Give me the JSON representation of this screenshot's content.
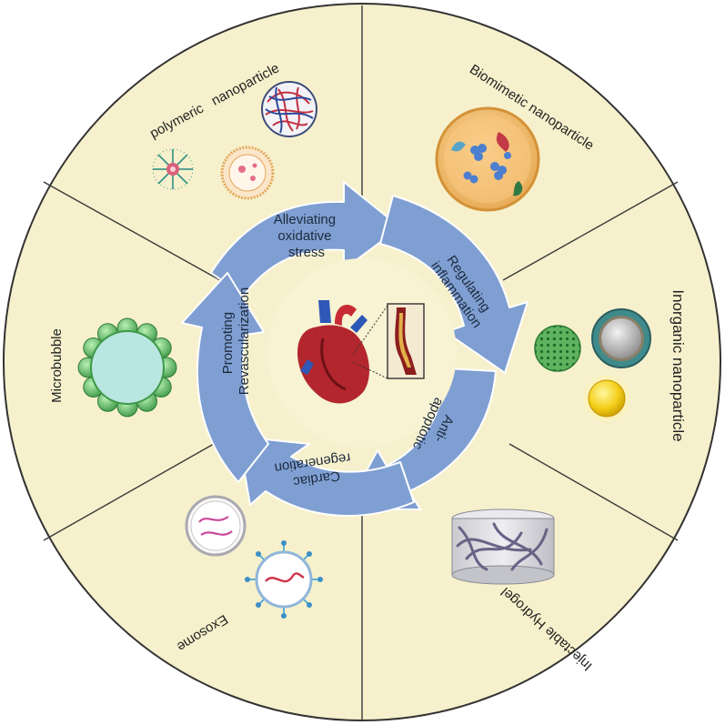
{
  "segments": {
    "polymeric": "polymeric   nanoparticle",
    "biomimetic": "Biomimetic nanoparticle",
    "inorganic": "Inorganic nanoparticle",
    "hydrogel": "Injectable Hydrogel",
    "exosome": "Exosome",
    "microbubble": "Microbubble"
  },
  "cycle": {
    "oxidative": [
      "Alleviating",
      "oxidative",
      "stress"
    ],
    "inflammation": [
      "Regulating",
      "inflammation"
    ],
    "apoptotic": [
      "Anti-",
      "apoptotic"
    ],
    "cardiac": [
      "Cardiac",
      "regeneration"
    ],
    "revascularization": [
      "Promoting",
      "Revascularization"
    ]
  },
  "colors": {
    "disk": "#f6f1cc",
    "outline": "#333333",
    "arrow": "#7f9fd2",
    "center": "#f7f3d3"
  },
  "icons": [
    "heart-icon",
    "artery-icon",
    "micelle-icon",
    "liposome-icon",
    "polymer-sphere-icon",
    "cell-membrane-particle-icon",
    "porous-sphere-icon",
    "core-shell-icon",
    "gold-sphere-icon",
    "hydrogel-icon",
    "vesicle-icon",
    "exosome-icon",
    "microbubble-icon"
  ]
}
